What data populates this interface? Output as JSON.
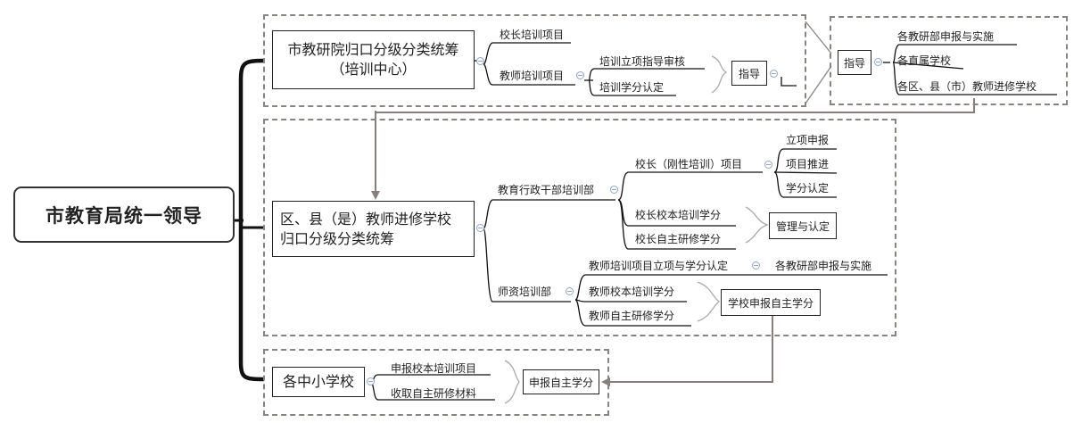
{
  "diagram": {
    "root": "市教育局统一领导",
    "city_institute": {
      "title_line1": "市教研院归口分级分类统筹",
      "title_line2": "（培训中心）",
      "principal_training": "校长培训项目",
      "teacher_training": "教师培训项目",
      "project_review": "培训立项指导审核",
      "credit_accreditation": "培训学分认定",
      "guide_label": "指导"
    },
    "guide_targets": {
      "label": "指导",
      "items": [
        "各教研部申报与实施",
        "各直属学校",
        "各区、县（市）教师进修学校"
      ]
    },
    "district_school": {
      "title_line1": "区、县（是）教师进修学校",
      "title_line2": "归口分级分类统筹",
      "admin_dept": "教育行政干部培训部",
      "principal_mandatory": "校长（刚性培训）项目",
      "steps": [
        "立项申报",
        "项目推进",
        "学分认定"
      ],
      "principal_school_credit": "校长校本培训学分",
      "principal_self_credit": "校长自主研修学分",
      "manage_accredit": "管理与认定",
      "teacher_dept": "师资培训部",
      "teacher_project_credit": "教师培训项目立项与学分认定",
      "research_dept_apply": "各教研部申报与实施",
      "teacher_school_credit": "教师校本培训学分",
      "teacher_self_credit": "教师自主研修学分",
      "school_apply_credit": "学校申报自主学分"
    },
    "schools": {
      "title": "各中小学校",
      "apply_project": "申报校本培训项目",
      "collect_materials": "收取自主研修材料",
      "apply_credit": "申报自主学分"
    },
    "colors": {
      "line": "#222222",
      "dashed_border": "#8a8480",
      "arrow": "#8a7f78",
      "collapse_icon": "#8fa6c8"
    }
  }
}
